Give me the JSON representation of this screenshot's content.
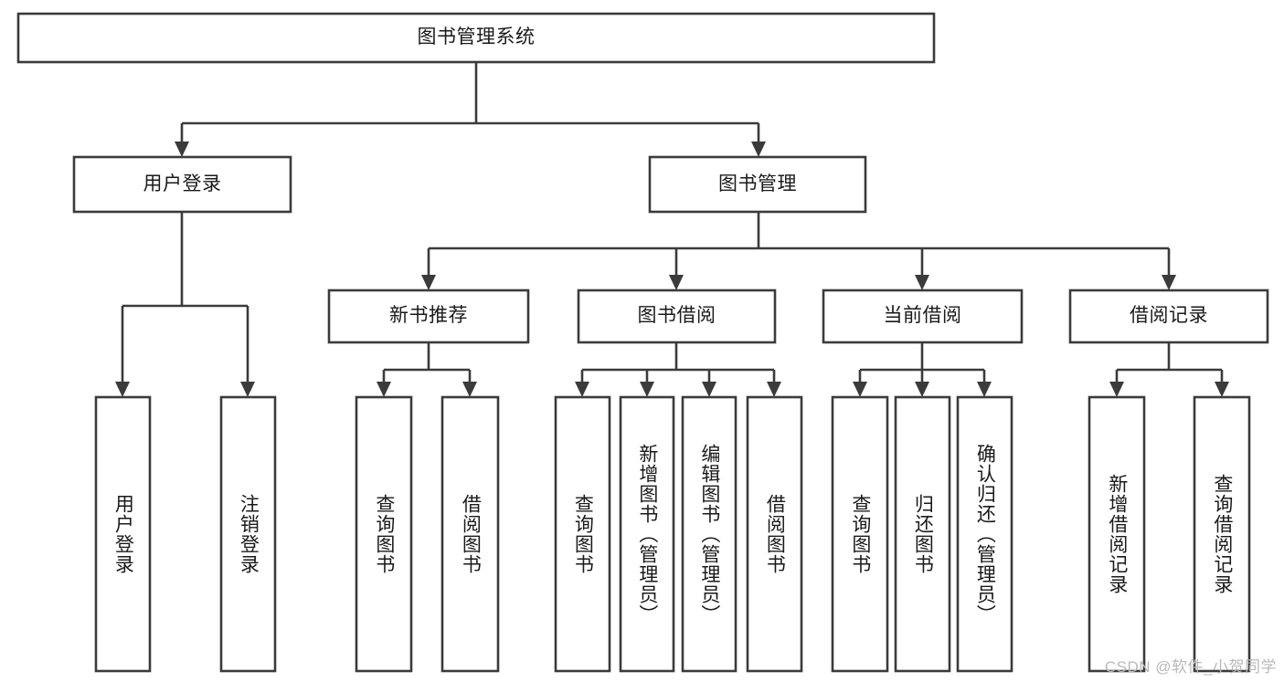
{
  "diagram": {
    "type": "tree",
    "title": "图书管理系统",
    "watermark": "CSDN @软件_小贺同学",
    "colors": {
      "stroke": "#3b3b3b",
      "box_fill": "#ffffff",
      "text": "#1a1a1a",
      "background": "#ffffff",
      "watermark": "#b9b9b9"
    },
    "nodes": {
      "root": {
        "label": "图书管理系统",
        "orientation": "horizontal"
      },
      "level1": [
        {
          "label": "用户登录",
          "orientation": "horizontal"
        },
        {
          "label": "图书管理",
          "orientation": "horizontal"
        }
      ],
      "level2": [
        {
          "label": "新书推荐",
          "orientation": "horizontal"
        },
        {
          "label": "图书借阅",
          "orientation": "horizontal"
        },
        {
          "label": "当前借阅",
          "orientation": "horizontal"
        },
        {
          "label": "借阅记录",
          "orientation": "horizontal"
        }
      ],
      "leaves": {
        "user_login": [
          {
            "label": "用户登录",
            "orientation": "vertical"
          },
          {
            "label": "注销登录",
            "orientation": "vertical"
          }
        ],
        "new_book_recommend": [
          {
            "label": "查询图书",
            "orientation": "vertical"
          },
          {
            "label": "借阅图书",
            "orientation": "vertical"
          }
        ],
        "book_borrow": [
          {
            "label": "查询图书",
            "orientation": "vertical"
          },
          {
            "label": "新增图书（管理员）",
            "orientation": "vertical"
          },
          {
            "label": "编辑图书（管理员）",
            "orientation": "vertical"
          },
          {
            "label": "借阅图书",
            "orientation": "vertical"
          }
        ],
        "current_borrow": [
          {
            "label": "查询图书",
            "orientation": "vertical"
          },
          {
            "label": "归还图书",
            "orientation": "vertical"
          },
          {
            "label": "确认归还（管理员）",
            "orientation": "vertical"
          }
        ],
        "borrow_record": [
          {
            "label": "新增借阅记录",
            "orientation": "vertical"
          },
          {
            "label": "查询借阅记录",
            "orientation": "vertical"
          }
        ]
      }
    }
  }
}
